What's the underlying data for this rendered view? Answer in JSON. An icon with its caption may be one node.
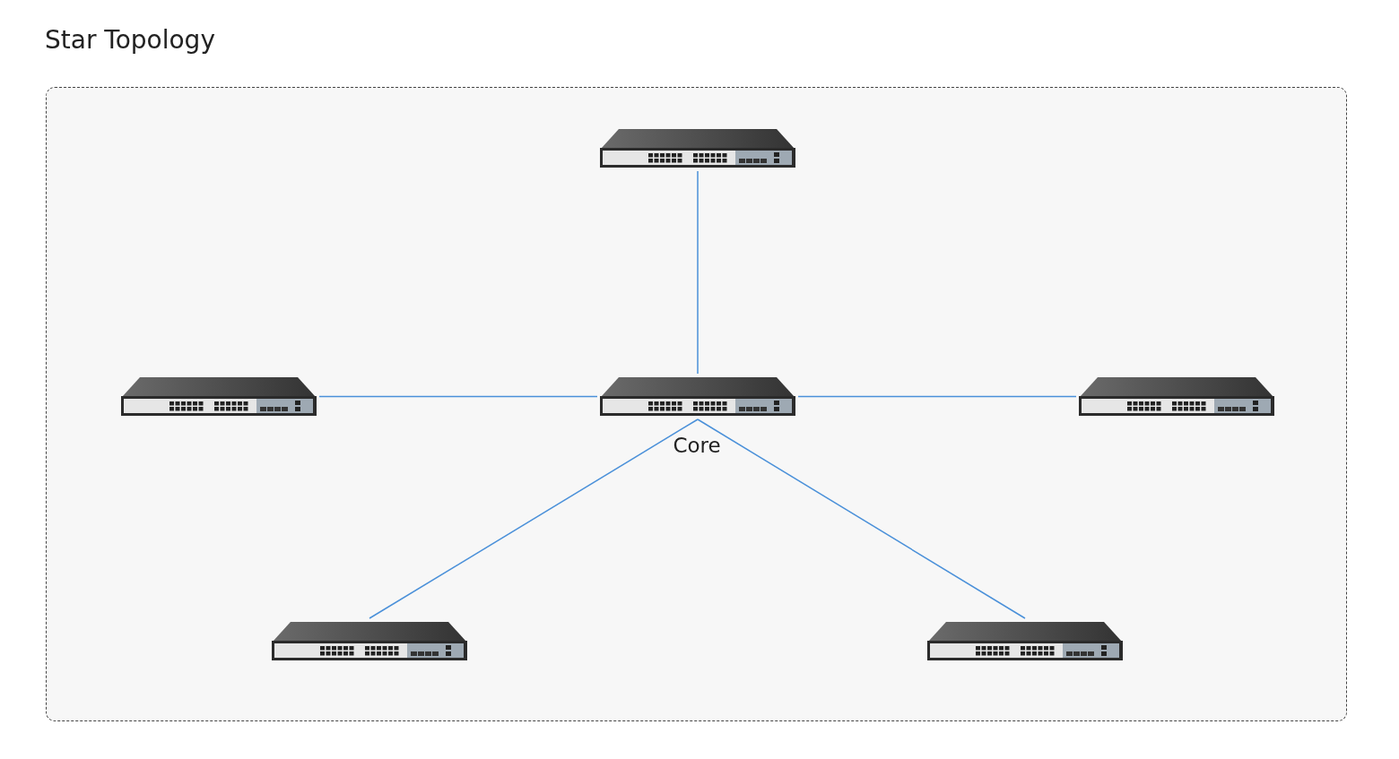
{
  "diagram": {
    "title": "Star Topology",
    "nodes": [
      {
        "text": [],
        "shape": "box"
      },
      {
        "text": [],
        "shape": "picture",
        "in": 0
      },
      {
        "text": [],
        "shape": "picture",
        "in": 0
      },
      {
        "text": [],
        "shape": "picture",
        "in": 0,
        "beside": [
          "Core"
        ]
      },
      {
        "text": [],
        "shape": "picture",
        "in": 0
      },
      {
        "text": [],
        "shape": "picture",
        "in": 0
      },
      {
        "text": [],
        "shape": "picture",
        "in": 0
      }
    ],
    "edges": [
      {
        "from": 3,
        "to": 1,
        "arrow": "none"
      },
      {
        "from": 3,
        "to": 2,
        "arrow": "none"
      },
      {
        "from": 3,
        "to": 4,
        "arrow": "none"
      },
      {
        "from": 3,
        "to": 5,
        "arrow": "none"
      },
      {
        "from": 3,
        "to": 6,
        "arrow": "none"
      }
    ]
  }
}
